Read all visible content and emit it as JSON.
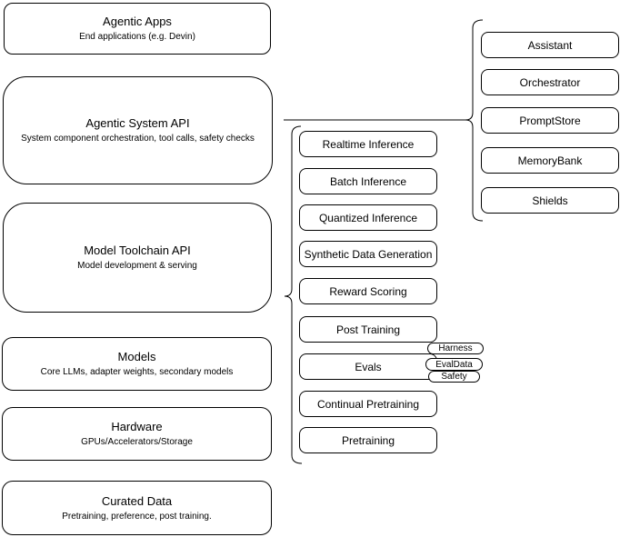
{
  "diagram": {
    "left_stack": [
      {
        "title": "Agentic Apps",
        "subtitle": "End applications (e.g. Devin)"
      },
      {
        "title": "Agentic System API",
        "subtitle": "System component orchestration, tool calls, safety checks"
      },
      {
        "title": "Model Toolchain API",
        "subtitle": "Model development & serving"
      },
      {
        "title": "Models",
        "subtitle": "Core LLMs, adapter weights, secondary models"
      },
      {
        "title": "Hardware",
        "subtitle": "GPUs/Accelerators/Storage"
      },
      {
        "title": "Curated Data",
        "subtitle": "Pretraining, preference, post training."
      }
    ],
    "toolchain_items": [
      "Realtime Inference",
      "Batch Inference",
      "Quantized Inference",
      "Synthetic Data Generation",
      "Reward Scoring",
      "Post Training",
      "Evals",
      "Continual Pretraining",
      "Pretraining"
    ],
    "eval_tags": [
      "Harness",
      "EvalData",
      "Safety"
    ],
    "system_components": [
      "Assistant",
      "Orchestrator",
      "PromptStore",
      "MemoryBank",
      "Shields"
    ],
    "colors": {
      "border": "#000000",
      "background": "#ffffff",
      "text": "#000000"
    }
  }
}
